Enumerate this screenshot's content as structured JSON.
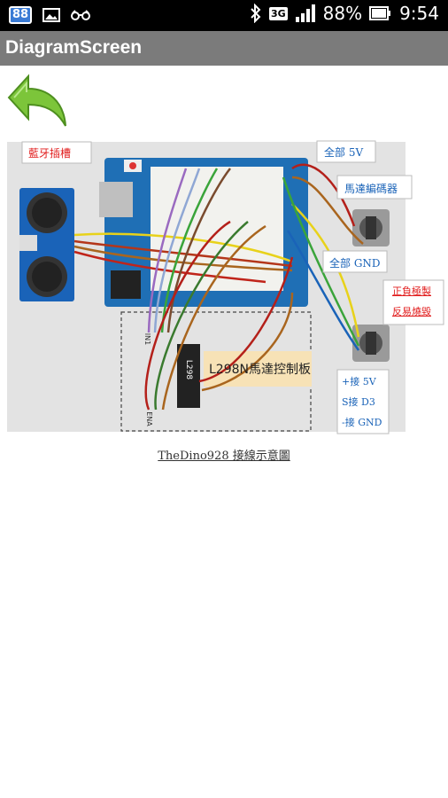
{
  "status_bar": {
    "left_icons": [
      "notification-88-icon",
      "image-icon",
      "glasses-icon"
    ],
    "badge_text": "88",
    "network_type": "3G",
    "battery_percent": "88%",
    "time": "9:54"
  },
  "app_bar": {
    "title": "DiagramScreen"
  },
  "back_button": {
    "icon": "back-arrow-icon",
    "color": "#7cc53a"
  },
  "diagram": {
    "labels": {
      "bluetooth": "藍牙插槽",
      "all_5v": "全部 5V",
      "motor_encoder": "馬達編碼器",
      "all_gnd": "全部 GND",
      "polarity_line1": "正負極製",
      "polarity_line2": "反易燒毀",
      "plus_5v": "+接 5V",
      "s_d3": "S接 D3",
      "minus_gnd": "-接 GND",
      "driver": "L298N馬達控制板",
      "in1": "IN1",
      "ena": "ENA",
      "chip": "L298"
    },
    "caption": "TheDino928 接線示意圖"
  },
  "colors": {
    "arduino": "#1f6fb5",
    "sensor": "#1a63b8",
    "background_panel": "#e3e3e3",
    "label_red": "#e11b1b",
    "label_blue": "#1a63b8"
  }
}
